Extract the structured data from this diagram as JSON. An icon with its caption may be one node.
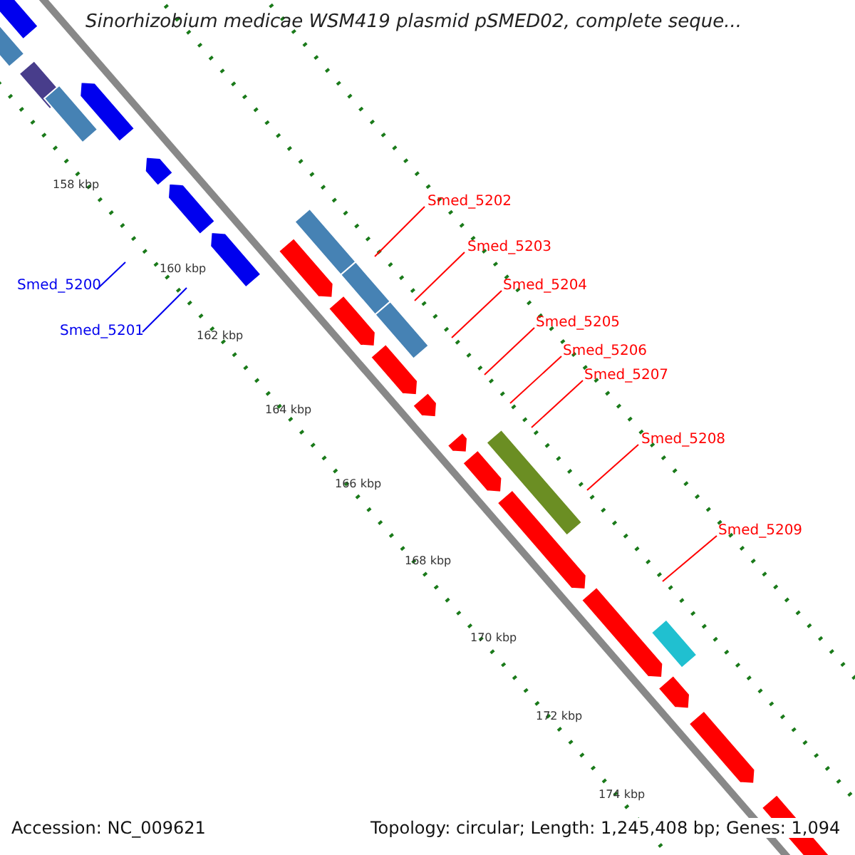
{
  "diagram": {
    "title": "Sinorhizobium medicae WSM419 plasmid pSMED02, complete seque...",
    "nodes": [
      {
        "text": [
          "Smed_5200"
        ]
      },
      {
        "text": [
          "Smed_5201"
        ]
      },
      {
        "text": [
          "Smed_5202"
        ]
      },
      {
        "text": [
          "Smed_5203"
        ]
      },
      {
        "text": [
          "Smed_5204"
        ]
      },
      {
        "text": [
          "Smed_5205"
        ]
      },
      {
        "text": [
          "Smed_5206"
        ]
      },
      {
        "text": [
          "Smed_5207"
        ]
      },
      {
        "text": [
          "Smed_5208"
        ]
      },
      {
        "text": [
          "Smed_5209"
        ]
      }
    ],
    "edges": [
      {
        "from": 0,
        "to": null,
        "arrow": "none",
        "color": "#0000ee"
      },
      {
        "from": 1,
        "to": null,
        "arrow": "none",
        "color": "#0000ee"
      },
      {
        "from": 2,
        "to": null,
        "arrow": "none"
      },
      {
        "from": 3,
        "to": null,
        "arrow": "none"
      },
      {
        "from": 4,
        "to": null,
        "arrow": "none"
      },
      {
        "from": 5,
        "to": null,
        "arrow": "none"
      },
      {
        "from": 6,
        "to": null,
        "arrow": "none"
      },
      {
        "from": 7,
        "to": null,
        "arrow": "none"
      },
      {
        "from": 8,
        "to": null,
        "arrow": "none"
      },
      {
        "from": 9,
        "to": null,
        "arrow": "none"
      }
    ],
    "labels": [
      "158 kbp",
      "160 kbp",
      "162 kbp",
      "164 kbp",
      "166 kbp",
      "168 kbp",
      "170 kbp",
      "172 kbp",
      "174 kbp",
      "Accession: NC_009621",
      "Topology: circular; Length: 1,245,408 bp; Genes: 1,094"
    ]
  }
}
